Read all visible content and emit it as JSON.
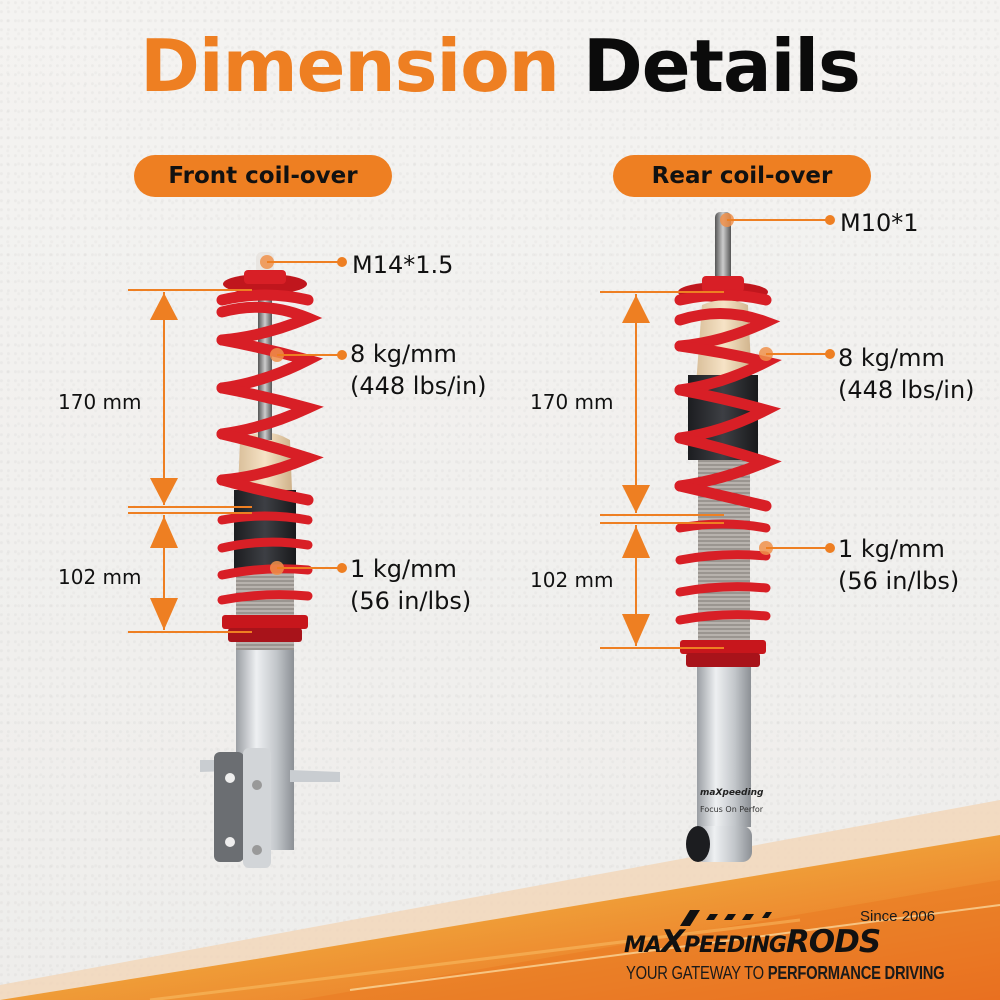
{
  "title": {
    "part1": "Dimension",
    "part2": "Details"
  },
  "colors": {
    "accent_orange": "#ee7f22",
    "spring_red": "#d81f26",
    "text_black": "#111111",
    "background": "#f1f0ee"
  },
  "front": {
    "heading": "Front coil-over",
    "thread": "M14*1.5",
    "main_spring_rate": "8 kg/mm",
    "main_spring_rate_imperial": "(448 lbs/in)",
    "helper_spring_rate": "1 kg/mm",
    "helper_spring_rate_imperial": "(56 in/lbs)",
    "main_spring_length": "170 mm",
    "helper_spring_length": "102 mm"
  },
  "rear": {
    "heading": "Rear coil-over",
    "thread": "M10*1",
    "main_spring_rate": "8 kg/mm",
    "main_spring_rate_imperial": "(448 lbs/in)",
    "helper_spring_rate": "1 kg/mm",
    "helper_spring_rate_imperial": "(56 in/lbs)",
    "main_spring_length": "170 mm",
    "helper_spring_length": "102 mm",
    "body_print": "Focus On Perfor"
  },
  "logo": {
    "since": "Since 2006",
    "brand_prefix": "MA",
    "brand_x": "X",
    "brand_mid": "PEEDING",
    "brand_suffix": "RODS",
    "tagline_light": "YOUR GATEWAY TO ",
    "tagline_bold": "PERFORMANCE DRIVING"
  }
}
